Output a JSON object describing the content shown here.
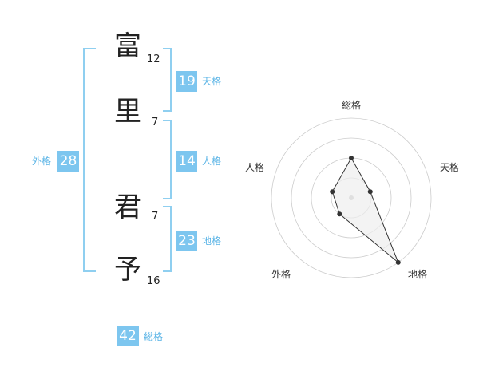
{
  "name_chars": [
    {
      "char": "富",
      "strokes": "12"
    },
    {
      "char": "里",
      "strokes": "7"
    },
    {
      "char": "君",
      "strokes": "7"
    },
    {
      "char": "予",
      "strokes": "16"
    }
  ],
  "fortunes": {
    "tenkaku": {
      "label": "天格",
      "value": "19"
    },
    "jinkaku": {
      "label": "人格",
      "value": "14"
    },
    "chikaku": {
      "label": "地格",
      "value": "23"
    },
    "gaikaku": {
      "label": "外格",
      "value": "28"
    },
    "soukaku": {
      "label": "総格",
      "value": "42"
    }
  },
  "chart_data": {
    "type": "radar",
    "axes": [
      "総格",
      "天格",
      "地格",
      "外格",
      "人格"
    ],
    "values": [
      2,
      1,
      4,
      1,
      1
    ],
    "max": 4,
    "rings": 4,
    "colors": {
      "line": "#333333",
      "fill": "#eeeeee",
      "grid": "#cccccc"
    }
  },
  "colors": {
    "accent": "#7dc6ef",
    "bracket": "#8fcff0",
    "label": "#5ab4e6"
  }
}
